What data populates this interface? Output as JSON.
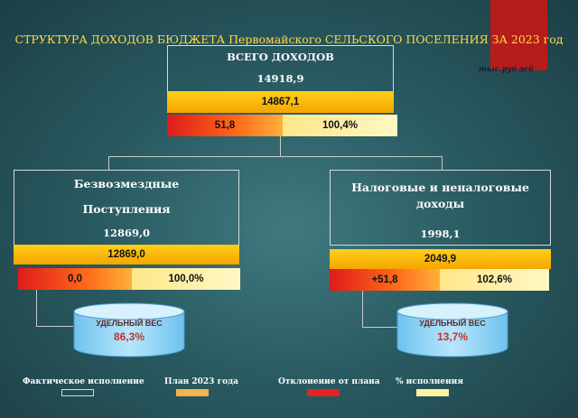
{
  "title": "СТРУКТУРА ДОХОДОВ БЮДЖЕТА Первомайского СЕЛЬСКОГО ПОСЕЛЕНИЯ  ЗА  2023 год",
  "units": "тыс.рублей",
  "total": {
    "label": "ВСЕГО ДОХОДОВ",
    "actual": "14918,9",
    "plan": "14867,1",
    "deviation": "51,8",
    "percent": "100,4%"
  },
  "left": {
    "label_line1": "Безвозмездные",
    "label_line2": "Поступления",
    "actual": "12869,0",
    "plan": "12869,0",
    "deviation": "0,0",
    "percent": "100,0%",
    "share_caption": "УДЕЛЬНЫЙ ВЕС",
    "share_value": "86,3%"
  },
  "right": {
    "label_line1": "Налоговые и неналоговые",
    "label_line2": "доходы",
    "actual": "1998,1",
    "plan": "2049,9",
    "deviation": "+51,8",
    "percent": "102,6%",
    "share_caption": "УДЕЛЬНЫЙ ВЕС",
    "share_value": "13,7%"
  },
  "legend": [
    {
      "label": "Фактическое исполнение",
      "style": "outline"
    },
    {
      "label": "План 2023 года",
      "color": "#f5b34a"
    },
    {
      "label": "Отклонение от плана",
      "color": "#e52222"
    },
    {
      "label": "% исполнения",
      "color": "#fff3a0"
    }
  ],
  "colors": {
    "title": "#ffd94a",
    "plan": "#f5a500",
    "deviation": "#e01a1a",
    "percent": "#fff3a0",
    "cylinder": "#8ed3f5",
    "ribbon": "#b71c1c"
  }
}
